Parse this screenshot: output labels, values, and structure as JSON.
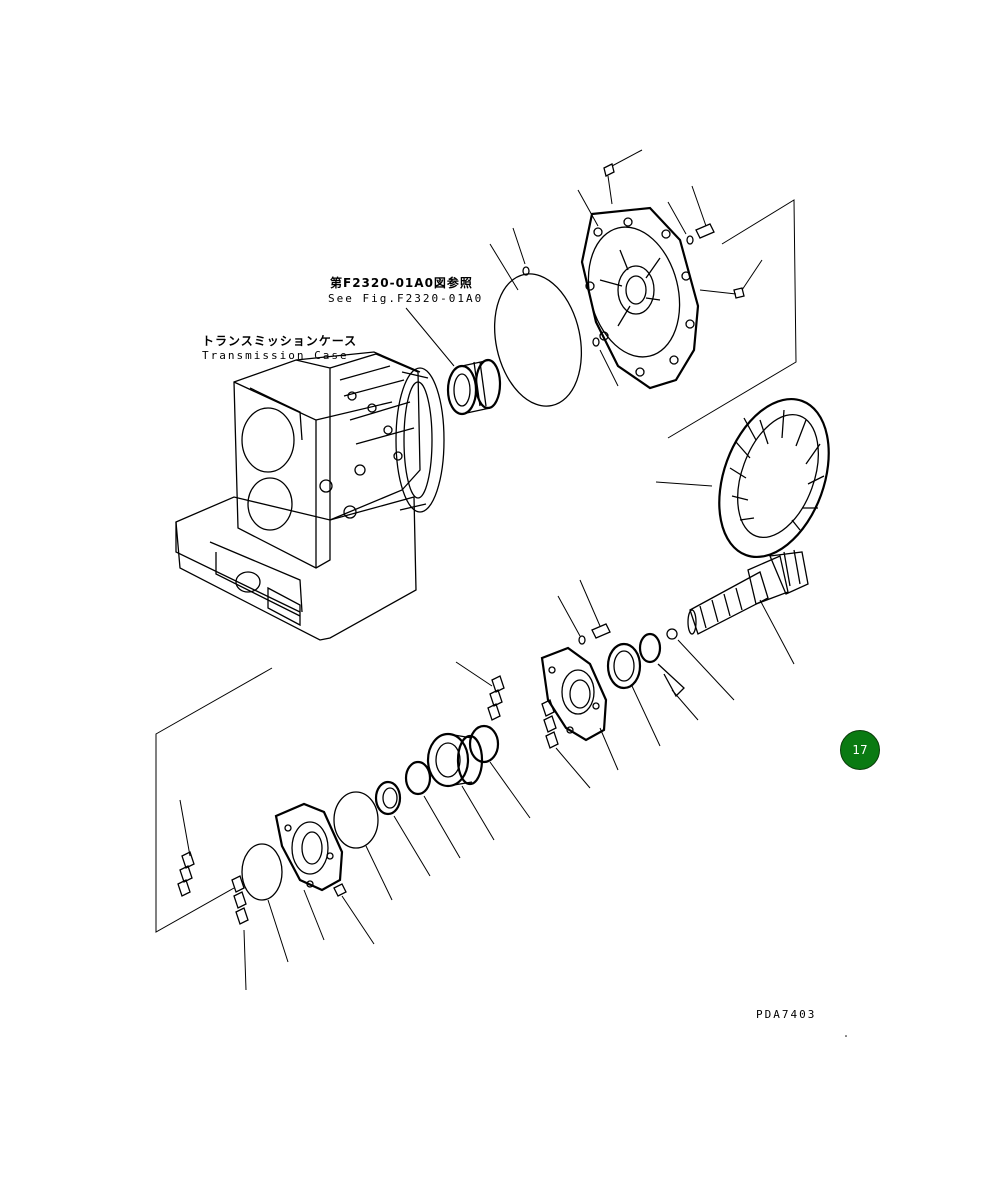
{
  "drawing": {
    "ref_see_fig_jp": "第F2320-01A0図参照",
    "ref_see_fig_en": "See Fig.F2320-01A0",
    "case_label_jp": "トランスミッションケース",
    "case_label_en": "Transmission Case",
    "figure_code": "PDA7403"
  },
  "badge": {
    "number": "17",
    "color": "#0a7a12"
  }
}
